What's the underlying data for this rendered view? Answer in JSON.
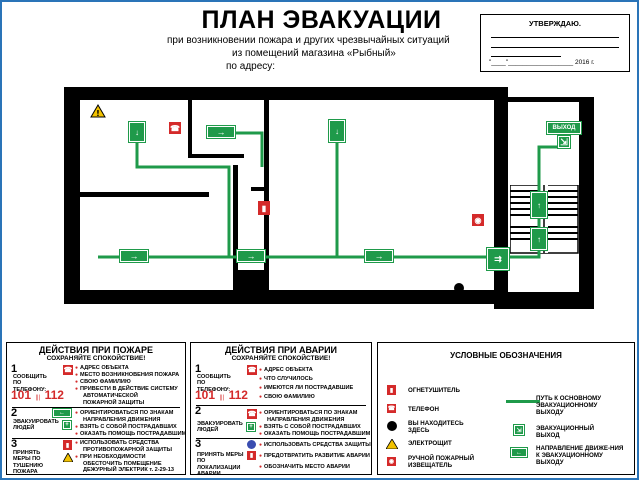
{
  "header": {
    "title": "ПЛАН ЭВАКУАЦИИ",
    "subtitle_lines": [
      "при возникновении пожара и других чрезвычайных ситуаций",
      "из помещений магазина «Рыбный»",
      "по адресу:"
    ]
  },
  "approval": {
    "heading": "УТВЕРЖДАЮ.",
    "date_line": "\"____\"__________________ 2016 г."
  },
  "plan": {
    "exit_label": "ВЫХОД",
    "colors": {
      "route": "#1f9a4a",
      "fire": "#d42a2a",
      "walls": "#000000",
      "frame": "#2a74b8",
      "warn": "#f2c200"
    }
  },
  "fire_box": {
    "title": "ДЕЙСТВИЯ ПРИ ПОЖАРЕ",
    "subtitle": "СОХРАНЯЙТЕ СПОКОЙСТВИЕ!",
    "step1": {
      "n": "1",
      "label": "СООБЩИТЬ ПО ТЕЛЕФОНУ:",
      "phones": "101",
      "phones2": "112",
      "items": [
        "АДРЕС ОБЪЕКТА",
        "МЕСТО ВОЗНИКНОВЕНИЯ ПОЖАРА",
        "СВОЮ ФАМИЛИЮ",
        "ПРИВЕСТИ В ДЕЙСТВИЕ СИСТЕМУ",
        "АВТОМАТИЧЕСКОЙ",
        "ПОЖАРНОЙ ЗАЩИТЫ"
      ]
    },
    "step2": {
      "n": "2",
      "label": "ЭВАКУИРОВАТЬ ЛЮДЕЙ",
      "items": [
        "ОРИЕНТИРОВАТЬСЯ ПО ЗНАКАМ",
        "НАПРАВЛЕНИЯ ДВИЖЕНИЯ",
        "ВЗЯТЬ С СОБОЙ ПОСТРАДАВШИХ",
        "ОКАЗАТЬ ПОМОЩЬ ПОСТРАДАВШИМ"
      ]
    },
    "step3": {
      "n": "3",
      "label": "ПРИНЯТЬ МЕРЫ ПО ТУШЕНИЮ ПОЖАРА",
      "items": [
        "ИСПОЛЬЗОВАТЬ СРЕДСТВА",
        "ПРОТИВОПОЖАРНОЙ ЗАЩИТЫ",
        "ПРИ НЕОБХОДИМОСТИ",
        "ОБЕСТОЧИТЬ ПОМЕЩЕНИЕ",
        "ДЕЖУРНЫЙ ЭЛЕКТРИК т. 2-29-13"
      ]
    }
  },
  "accident_box": {
    "title": "ДЕЙСТВИЯ ПРИ АВАРИИ",
    "subtitle": "СОХРАНЯЙТЕ СПОКОЙСТВИЕ!",
    "step1": {
      "n": "1",
      "label": "СООБЩИТЬ ПО ТЕЛЕФОНУ:",
      "phones": "101",
      "phones2": "112",
      "items": [
        "АДРЕС ОБЪЕКТА",
        "ЧТО СЛУЧИЛОСЬ",
        "ИМЕЮТСЯ ЛИ ПОСТРАДАВШИЕ",
        "СВОЮ ФАМИЛИЮ"
      ]
    },
    "step2": {
      "n": "2",
      "label": "ЭВАКУИРОВАТЬ ЛЮДЕЙ",
      "items": [
        "ОРИЕНТИРОВАТЬСЯ ПО ЗНАКАМ",
        "НАПРАВЛЕНИЯ ДВИЖЕНИЯ",
        "ВЗЯТЬ С СОБОЙ ПОСТРАДАВШИХ",
        "ОКАЗАТЬ ПОМОЩЬ ПОСТРАДАВШИМ"
      ]
    },
    "step3": {
      "n": "3",
      "label": "ПРИНЯТЬ МЕРЫ ПО ЛОКАЛИЗАЦИИ АВАРИИ",
      "items": [
        "ИСПОЛЬЗОВАТЬ СРЕДСТВА ЗАЩИТЫ",
        "ПРЕДОТВРАТИТЬ РАЗВИТИЕ АВАРИИ",
        "ОБОЗНАЧИТЬ МЕСТО АВАРИИ"
      ]
    }
  },
  "legend": {
    "title": "УСЛОВНЫЕ ОБОЗНАЧЕНИЯ",
    "items": [
      {
        "icon": "fire-extinguisher-icon",
        "label": "ОГНЕТУШИТЕЛЬ"
      },
      {
        "icon": "telephone-icon",
        "label": "ТЕЛЕФОН"
      },
      {
        "icon": "you-are-here-icon",
        "label": "ВЫ НАХОДИТЕСЬ ЗДЕСЬ"
      },
      {
        "icon": "electric-warning-icon",
        "label": "ЭЛЕКТРОЩИТ"
      },
      {
        "icon": "manual-call-point-icon",
        "label": "РУЧНОЙ ПОЖАРНЫЙ ИЗВЕЩАТЕЛЬ"
      },
      {
        "icon": "route-line-icon",
        "label": "ПУТЬ К ОСНОВНОМУ ЭВАКУАЦИОННОМУ ВЫХОДУ"
      },
      {
        "icon": "emergency-exit-icon",
        "label": "ЭВАКУАЦИОННЫЙ ВЫХОД"
      },
      {
        "icon": "direction-arrow-icon",
        "label": "НАПРАВЛЕНИЕ ДВИЖЕ-НИЯ К ЭВАКУАЦИОННОМУ ВЫХОДУ"
      }
    ]
  }
}
